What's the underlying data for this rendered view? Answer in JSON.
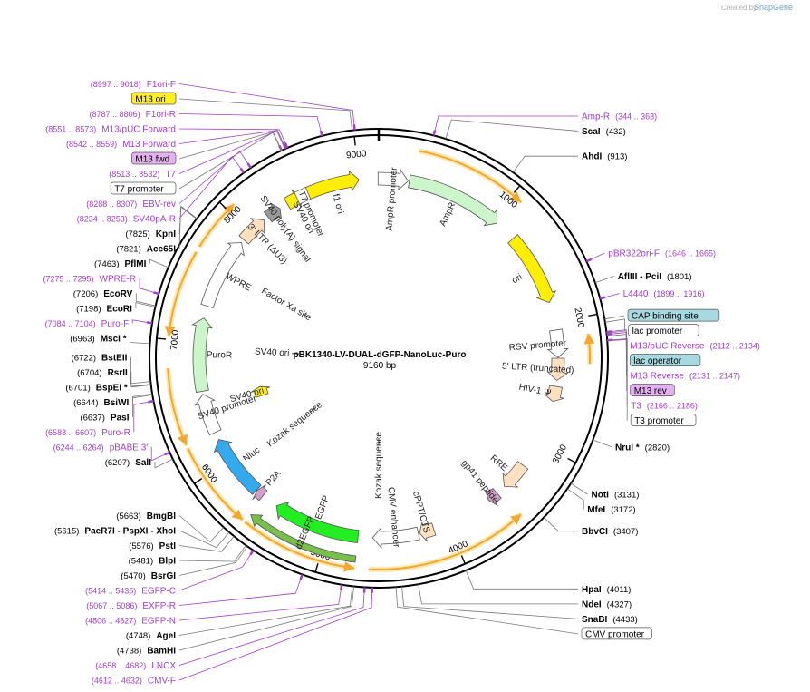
{
  "header": {
    "created_by": "Created by",
    "brand": "SnapGene"
  },
  "plasmid": {
    "name": "pBK1340-LV-DUAL-dGFP-NanoLuc-Puro",
    "size": 9160,
    "size_label": "9160 bp"
  },
  "ticks": [
    {
      "pos": 1000,
      "label": "1000"
    },
    {
      "pos": 2000,
      "label": "2000"
    },
    {
      "pos": 3000,
      "label": "3000"
    },
    {
      "pos": 4000,
      "label": "4000"
    },
    {
      "pos": 5000,
      "label": "5000"
    },
    {
      "pos": 6000,
      "label": "6000"
    },
    {
      "pos": 7000,
      "label": "7000"
    },
    {
      "pos": 8000,
      "label": "8000"
    },
    {
      "pos": 9000,
      "label": "9000"
    }
  ],
  "features": [
    {
      "name": "AmpR promoter",
      "kind": "promoter",
      "start": 9155,
      "end": 240,
      "ring": "mid",
      "color": "#ffffff"
    },
    {
      "name": "AmpR",
      "kind": "cds",
      "start": 250,
      "end": 1050,
      "ring": "mid",
      "color": "#ccf5cc"
    },
    {
      "name": "ori",
      "kind": "rep",
      "start": 1230,
      "end": 1830,
      "ring": "mid",
      "color": "#ffee00"
    },
    {
      "name": "RSV promoter",
      "kind": "promoter",
      "start": 2060,
      "end": 2285,
      "ring": "mid",
      "color": "#ffffff"
    },
    {
      "name": "5' LTR (truncated)",
      "kind": "ltr",
      "start": 2290,
      "end": 2470,
      "ring": "mid",
      "color": "#ffe0c0"
    },
    {
      "name": "HIV-1 Ψ",
      "kind": "misc",
      "start": 2520,
      "end": 2645,
      "ring": "mid",
      "color": "#ffe0c0"
    },
    {
      "name": "RRE",
      "kind": "misc",
      "start": 3220,
      "end": 3450,
      "ring": "mid",
      "color": "#ffe0c0"
    },
    {
      "name": "gp41 peptide",
      "kind": "misc",
      "start": 3530,
      "end": 3620,
      "ring": "mid",
      "color": "#d4a0c8"
    },
    {
      "name": "cPPT/CTS",
      "kind": "misc",
      "start": 4125,
      "end": 4245,
      "ring": "mid",
      "color": "#ffe0c0"
    },
    {
      "name": "CMV enhancer",
      "kind": "enh",
      "start": 4255,
      "end": 4630,
      "ring": "mid",
      "color": "#ffffff"
    },
    {
      "name": "EGFP",
      "kind": "cds",
      "start": 4748,
      "end": 5465,
      "ring": "mid",
      "color": "#22ee22"
    },
    {
      "name": "d2EGFP",
      "kind": "cds",
      "start": 4748,
      "end": 5580,
      "ring": "outer",
      "color": "#77c04a"
    },
    {
      "name": "P2A",
      "kind": "misc",
      "start": 5600,
      "end": 5665,
      "ring": "mid",
      "color": "#d4a0c8"
    },
    {
      "name": "Nluc",
      "kind": "cds",
      "start": 5670,
      "end": 6185,
      "ring": "mid",
      "color": "#33aaee"
    },
    {
      "name": "SV40 promoter",
      "kind": "promoter",
      "start": 6250,
      "end": 6575,
      "ring": "mid",
      "color": "#ffffff"
    },
    {
      "name": "PuroR",
      "kind": "cds",
      "start": 6600,
      "end": 7200,
      "ring": "mid",
      "color": "#ccf5cc"
    },
    {
      "name": "WPRE",
      "kind": "misc",
      "start": 7300,
      "end": 7890,
      "ring": "mid",
      "color": "#ffffff"
    },
    {
      "name": "3' LTR (ΔU3)",
      "kind": "ltr",
      "start": 7920,
      "end": 8150,
      "ring": "mid",
      "color": "#ffe0c0"
    },
    {
      "name": "SV40 poly(A) signal",
      "kind": "polya",
      "start": 8190,
      "end": 8310,
      "ring": "mid",
      "color": "#999999"
    },
    {
      "name": "SV40 ori",
      "kind": "rep",
      "start": 8380,
      "end": 8510,
      "ring": "mid",
      "color": "#ffee00"
    },
    {
      "name": "T7 promoter",
      "kind": "promoter",
      "start": 8513,
      "end": 8532,
      "ring": "mid",
      "color": "#ffffff"
    },
    {
      "name": "f1 ori",
      "kind": "rep",
      "start": 8570,
      "end": 9000,
      "ring": "mid",
      "color": "#ffee00"
    },
    {
      "name": "SV40 ori",
      "kind": "rep",
      "start": 6420,
      "end": 6530,
      "ring": "inner",
      "color": "#ffee00"
    }
  ],
  "orf_arcs": [
    {
      "start": 280,
      "end": 1080,
      "dir": 1
    },
    {
      "start": 2120,
      "end": 2330,
      "dir": -1
    },
    {
      "start": 3500,
      "end": 4650,
      "dir": -1
    },
    {
      "start": 4748,
      "end": 5580,
      "dir": -1
    },
    {
      "start": 5600,
      "end": 6230,
      "dir": -1
    },
    {
      "start": 6250,
      "end": 6800,
      "dir": -1
    },
    {
      "start": 7020,
      "end": 7640,
      "dir": -1
    },
    {
      "start": 7680,
      "end": 8060,
      "dir": 1
    }
  ],
  "inner_labels": [
    {
      "text": "Factor Xa site",
      "pos": 7640
    },
    {
      "text": "SV40 ori",
      "pos": 6950
    },
    {
      "text": "Kozak sequence",
      "pos": 5900
    },
    {
      "text": "Kozak sequence",
      "pos": 4580
    }
  ],
  "right_labels": [
    {
      "name": "Amp-R",
      "pos_text": "(344 .. 363)",
      "type": "primer",
      "site": 353
    },
    {
      "name": "ScaI",
      "pos_text": "(432)",
      "type": "enzyme",
      "site": 432
    },
    {
      "name": "AhdI",
      "pos_text": "(913)",
      "type": "enzyme",
      "site": 913
    },
    {
      "name": "pBR322ori-F",
      "pos_text": "(1646 .. 1665)",
      "type": "primer",
      "site": 1655
    },
    {
      "name": "AflIII - PciI",
      "pos_text": "(1801)",
      "type": "enzyme",
      "site": 1801
    },
    {
      "name": "L4440",
      "pos_text": "(1899 .. 1916)",
      "type": "primer",
      "site": 1907
    },
    {
      "name": "CAP binding site",
      "pos_text": "",
      "type": "box-blue",
      "site": 2040
    },
    {
      "name": "lac promoter",
      "pos_text": "",
      "type": "box-white",
      "site": 2060
    },
    {
      "name": "M13/pUC Reverse",
      "pos_text": "(2112 .. 2134)",
      "type": "primer",
      "site": 2123
    },
    {
      "name": "lac operator",
      "pos_text": "",
      "type": "box-blue",
      "site": 2130
    },
    {
      "name": "M13 Reverse",
      "pos_text": "(2131 .. 2147)",
      "type": "primer",
      "site": 2139
    },
    {
      "name": "M13 rev",
      "pos_text": "",
      "type": "box-purple",
      "site": 2150
    },
    {
      "name": "T3",
      "pos_text": "(2166 .. 2186)",
      "type": "primer",
      "site": 2176
    },
    {
      "name": "T3 promoter",
      "pos_text": "",
      "type": "box-white",
      "site": 2180
    },
    {
      "name": "NruI *",
      "pos_text": "(2820)",
      "type": "enzyme",
      "site": 2820
    },
    {
      "name": "NotI",
      "pos_text": "(3131)",
      "type": "enzyme",
      "site": 3131
    },
    {
      "name": "MfeI",
      "pos_text": "(3172)",
      "type": "enzyme",
      "site": 3172
    },
    {
      "name": "BbvCI",
      "pos_text": "(3407)",
      "type": "enzyme",
      "site": 3407
    },
    {
      "name": "HpaI",
      "pos_text": "(4011)",
      "type": "enzyme",
      "site": 4011
    },
    {
      "name": "NdeI",
      "pos_text": "(4327)",
      "type": "enzyme",
      "site": 4327
    },
    {
      "name": "SnaBI",
      "pos_text": "(4433)",
      "type": "enzyme",
      "site": 4433
    },
    {
      "name": "CMV promoter",
      "pos_text": "",
      "type": "box-white",
      "site": 4470
    }
  ],
  "left_labels": [
    {
      "name": "F1ori-F",
      "pos_text": "(8997 .. 9018)",
      "type": "primer",
      "site": 9007
    },
    {
      "name": "M13 ori",
      "pos_text": "",
      "type": "box-yellow",
      "site": 8990
    },
    {
      "name": "F1ori-R",
      "pos_text": "(8787 .. 8806)",
      "type": "primer",
      "site": 8796
    },
    {
      "name": "M13/pUC Forward",
      "pos_text": "(8551 .. 8573)",
      "type": "primer",
      "site": 8562
    },
    {
      "name": "M13 Forward",
      "pos_text": "(8542 .. 8559)",
      "type": "primer",
      "site": 8550
    },
    {
      "name": "M13 fwd",
      "pos_text": "",
      "type": "box-purple",
      "site": 8545
    },
    {
      "name": "T7",
      "pos_text": "(8513 .. 8532)",
      "type": "primer",
      "site": 8522
    },
    {
      "name": "T7 promoter",
      "pos_text": "",
      "type": "box-white",
      "site": 8520
    },
    {
      "name": "EBV-rev",
      "pos_text": "(8288 .. 8307)",
      "type": "primer",
      "site": 8297
    },
    {
      "name": "SV40pA-R",
      "pos_text": "(8234 .. 8253)",
      "type": "primer",
      "site": 8243
    },
    {
      "name": "KpnI",
      "pos_text": "(7825)",
      "type": "enzyme",
      "site": 7825
    },
    {
      "name": "Acc65I",
      "pos_text": "(7821)",
      "type": "enzyme",
      "site": 7821
    },
    {
      "name": "PflMI",
      "pos_text": "(7463)",
      "type": "enzyme",
      "site": 7463
    },
    {
      "name": "WPRE-R",
      "pos_text": "(7275 .. 7295)",
      "type": "primer",
      "site": 7285
    },
    {
      "name": "EcoRV",
      "pos_text": "(7206)",
      "type": "enzyme",
      "site": 7206
    },
    {
      "name": "EcoRI",
      "pos_text": "(7198)",
      "type": "enzyme",
      "site": 7198
    },
    {
      "name": "Puro-F",
      "pos_text": "(7084 .. 7104)",
      "type": "primer",
      "site": 7094
    },
    {
      "name": "MscI *",
      "pos_text": "(6963)",
      "type": "enzyme",
      "site": 6963
    },
    {
      "name": "BstEII",
      "pos_text": "(6722)",
      "type": "enzyme",
      "site": 6722
    },
    {
      "name": "RsrII",
      "pos_text": "(6704)",
      "type": "enzyme",
      "site": 6704
    },
    {
      "name": "BspEI *",
      "pos_text": "(6701)",
      "type": "enzyme",
      "site": 6701
    },
    {
      "name": "BsiWI",
      "pos_text": "(6644)",
      "type": "enzyme",
      "site": 6644
    },
    {
      "name": "PasI",
      "pos_text": "(6637)",
      "type": "enzyme",
      "site": 6637
    },
    {
      "name": "Puro-R",
      "pos_text": "(6588 .. 6607)",
      "type": "primer",
      "site": 6597
    },
    {
      "name": "pBABE 3'",
      "pos_text": "(6244 .. 6264)",
      "type": "primer",
      "site": 6254
    },
    {
      "name": "SalI",
      "pos_text": "(6207)",
      "type": "enzyme",
      "site": 6207
    },
    {
      "name": "BmgBI",
      "pos_text": "(5663)",
      "type": "enzyme",
      "site": 5663
    },
    {
      "name": "PaeR7I - PspXI - XhoI",
      "pos_text": "(5615)",
      "type": "enzyme",
      "site": 5615
    },
    {
      "name": "PstI",
      "pos_text": "(5576)",
      "type": "enzyme",
      "site": 5576
    },
    {
      "name": "BlpI",
      "pos_text": "(5481)",
      "type": "enzyme",
      "site": 5481
    },
    {
      "name": "BsrGI",
      "pos_text": "(5470)",
      "type": "enzyme",
      "site": 5470
    },
    {
      "name": "EGFP-C",
      "pos_text": "(5414 .. 5435)",
      "type": "primer",
      "site": 5424
    },
    {
      "name": "EXFP-R",
      "pos_text": "(5067 .. 5086)",
      "type": "primer",
      "site": 5076
    },
    {
      "name": "EGFP-N",
      "pos_text": "(4806 .. 4827)",
      "type": "primer",
      "site": 4816
    },
    {
      "name": "AgeI",
      "pos_text": "(4748)",
      "type": "enzyme",
      "site": 4748
    },
    {
      "name": "BamHI",
      "pos_text": "(4738)",
      "type": "enzyme",
      "site": 4738
    },
    {
      "name": "LNCX",
      "pos_text": "(4658 .. 4682)",
      "type": "primer",
      "site": 4670
    },
    {
      "name": "CMV-F",
      "pos_text": "(4612 .. 4632)",
      "type": "primer",
      "site": 4622
    }
  ],
  "colors": {
    "enzyme_text": "#000000",
    "primer_text": "#a33ccf",
    "box_blue": "#a8d8e0",
    "box_purple": "#e4b0f0",
    "box_yellow": "#ffee22",
    "orf_stroke": "#f2a830"
  }
}
